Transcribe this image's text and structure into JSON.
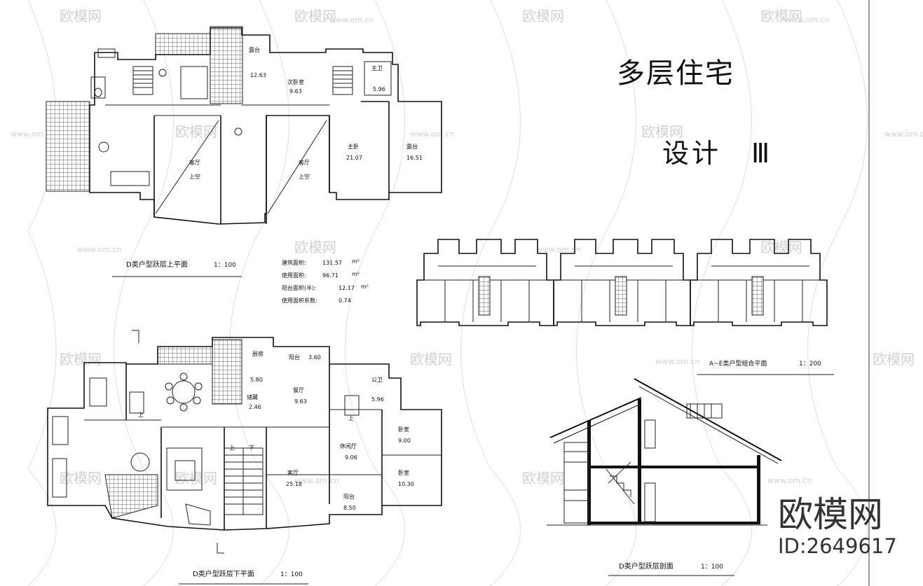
{
  "title": {
    "line1": "多层住宅",
    "line2": "设计",
    "numeral": "Ⅲ"
  },
  "watermark": {
    "brand": "欧模网",
    "url": "www.om.cn",
    "big_brand": "欧模网",
    "id_label": "ID:2649617"
  },
  "upper_plan": {
    "caption": "D类户型跃层上平面",
    "scale": "1：100",
    "rooms": [
      {
        "name": "露台",
        "area": "12.63"
      },
      {
        "name": "次卧室",
        "area": "9.63"
      },
      {
        "name": "主卫",
        "area": "5.96"
      },
      {
        "name": "主卧",
        "area": "21.07"
      },
      {
        "name": "露台",
        "area": "16.51"
      },
      {
        "name": "客厅",
        "note": "上空"
      },
      {
        "name": "客厅",
        "note": "上空"
      }
    ]
  },
  "area_stats": [
    {
      "label": "建筑面积:",
      "value": "131.57",
      "unit": "m²"
    },
    {
      "label": "使用面积:",
      "value": "96.71",
      "unit": "m²"
    },
    {
      "label": "阳台面积(半):",
      "value": "12.17",
      "unit": "m²"
    },
    {
      "label": "使用面积系数:",
      "value": "0.74",
      "unit": ""
    }
  ],
  "combo_plan": {
    "caption": "A~E类户型组合平面",
    "scale": "1：200"
  },
  "lower_plan": {
    "caption": "D类户型跃层下平面",
    "scale": "1：100",
    "rooms": [
      {
        "name": "阳台",
        "area": "3.60"
      },
      {
        "name": "厨房",
        "area": "5.80"
      },
      {
        "name": "储藏",
        "area": "2.46"
      },
      {
        "name": "餐厅",
        "area": "9.63"
      },
      {
        "name": "公卫",
        "area": "5.96"
      },
      {
        "name": "卧室",
        "area": "9.00"
      },
      {
        "name": "休闲厅",
        "area": "9.06"
      },
      {
        "name": "卧室",
        "area": "10.30"
      },
      {
        "name": "客厅",
        "area": "25.18"
      },
      {
        "name": "阳台",
        "area": "8.50"
      }
    ],
    "stair_marks": {
      "up": "上",
      "down": "下"
    }
  },
  "section": {
    "caption": "D类户型跃层剖面",
    "scale": "1：100"
  }
}
